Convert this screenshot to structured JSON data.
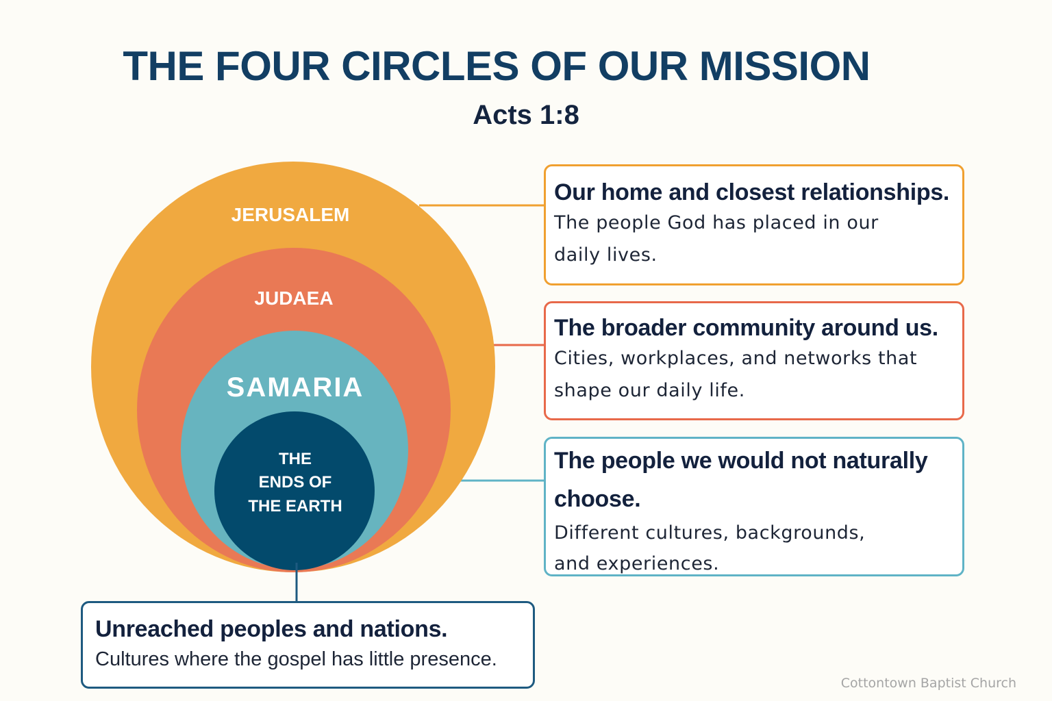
{
  "title": "THE FOUR CIRCLES OF OUR MISSION",
  "subtitle": "Acts 1:8",
  "circles": [
    {
      "label": "JERUSALEM",
      "color": "#f0a940"
    },
    {
      "label": "JUDAEA",
      "color": "#e97955"
    },
    {
      "label": "SAMARIA",
      "color": "#67b4bf"
    },
    {
      "label_lines": [
        "THE",
        "ENDS OF",
        "THE EARTH"
      ],
      "color": "#034a6c"
    }
  ],
  "callouts": [
    {
      "heading": "Our home and closest relationships.",
      "lines": [
        "The people God has placed in our",
        "daily lives."
      ],
      "color": "#f0a030"
    },
    {
      "heading": "The broader community around us.",
      "lines": [
        "Cities, workplaces, and networks that",
        "shape our daily life."
      ],
      "color": "#e8694a"
    },
    {
      "heading_lines": [
        "The people we would not naturally",
        "choose."
      ],
      "lines": [
        "Different cultures, backgrounds,",
        "and experiences."
      ],
      "color": "#5fb3c6"
    },
    {
      "heading": "Unreached peoples and nations.",
      "lines": [
        "Cultures where the gospel has little presence."
      ],
      "color": "#1e5a80"
    }
  ],
  "footer": "Cottontown Baptist Church"
}
